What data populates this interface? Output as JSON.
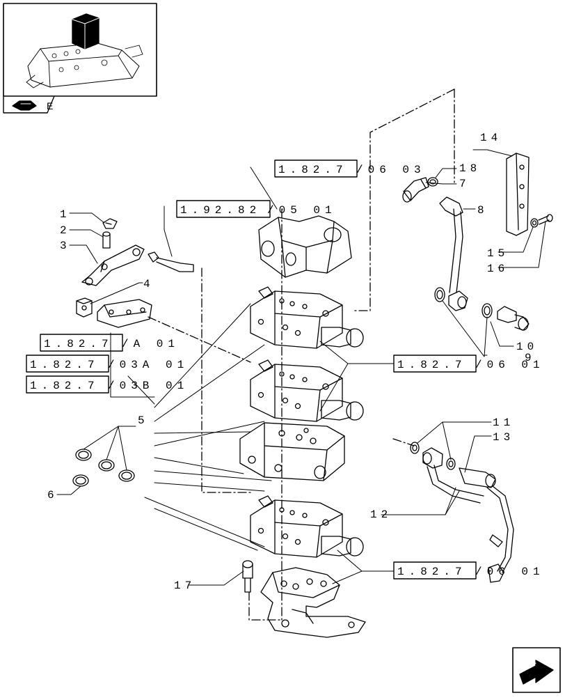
{
  "thumbnail": {
    "bottom_letter": "E"
  },
  "part_numbers": [
    {
      "id": "p1",
      "label": "1"
    },
    {
      "id": "p2",
      "label": "2"
    },
    {
      "id": "p3",
      "label": "3"
    },
    {
      "id": "p4",
      "label": "4"
    },
    {
      "id": "p5",
      "label": "5"
    },
    {
      "id": "p6",
      "label": "6"
    },
    {
      "id": "p7",
      "label": "7"
    },
    {
      "id": "p8",
      "label": "8"
    },
    {
      "id": "p9",
      "label": "9"
    },
    {
      "id": "p10",
      "label": "10"
    },
    {
      "id": "p11",
      "label": "11"
    },
    {
      "id": "p12",
      "label": "12"
    },
    {
      "id": "p13",
      "label": "13"
    },
    {
      "id": "p14",
      "label": "14"
    },
    {
      "id": "p15",
      "label": "15"
    },
    {
      "id": "p16",
      "label": "16"
    },
    {
      "id": "p17",
      "label": "17"
    },
    {
      "id": "p18",
      "label": "18"
    }
  ],
  "references": [
    {
      "id": "r1",
      "boxed": "1.82.7",
      "suffix": "/06 03"
    },
    {
      "id": "r2",
      "boxed": "1.92.82",
      "suffix": "/05 01"
    },
    {
      "id": "r3",
      "boxed": "1.82.7",
      "suffix": "/A 01"
    },
    {
      "id": "r4",
      "boxed": "1.82.7",
      "suffix": "/03A 01"
    },
    {
      "id": "r5",
      "boxed": "1.82.7",
      "suffix": "/03B 01"
    },
    {
      "id": "r6",
      "boxed": "1.82.7",
      "suffix": "/06 01"
    },
    {
      "id": "r7",
      "boxed": "1.82.7",
      "suffix": "/06 01"
    }
  ],
  "nav": {
    "next_icon": "arrow-next-icon",
    "prev_icon": "arrow-back-icon"
  }
}
